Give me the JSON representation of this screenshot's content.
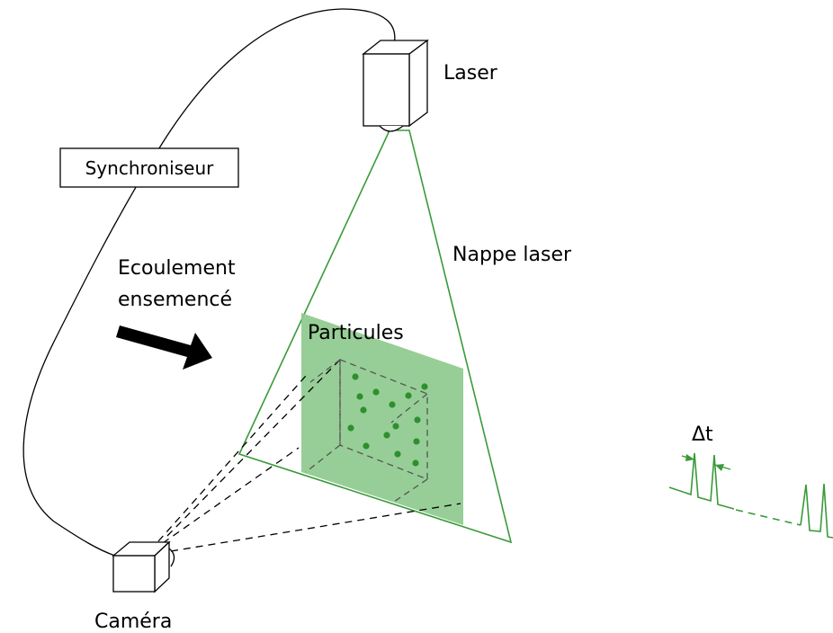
{
  "labels": {
    "laser": "Laser",
    "synchroniseur": "Synchroniseur",
    "nappe_laser": "Nappe laser",
    "ecoulement_line1": "Ecoulement",
    "ecoulement_line2": "ensemencé",
    "particules": "Particules",
    "camera": "Caméra",
    "delta_t": "Δt"
  },
  "colors": {
    "laser_green": "#3a9a3a",
    "sheet_fill": "#8cc98c",
    "particle": "#2f8f2f",
    "line": "#000000",
    "background": "#ffffff"
  },
  "icons": {
    "laser": "laser-box-icon",
    "camera": "camera-box-icon",
    "flow_arrow": "flow-arrow-icon",
    "pulse_train": "laser-pulse-train-icon"
  }
}
